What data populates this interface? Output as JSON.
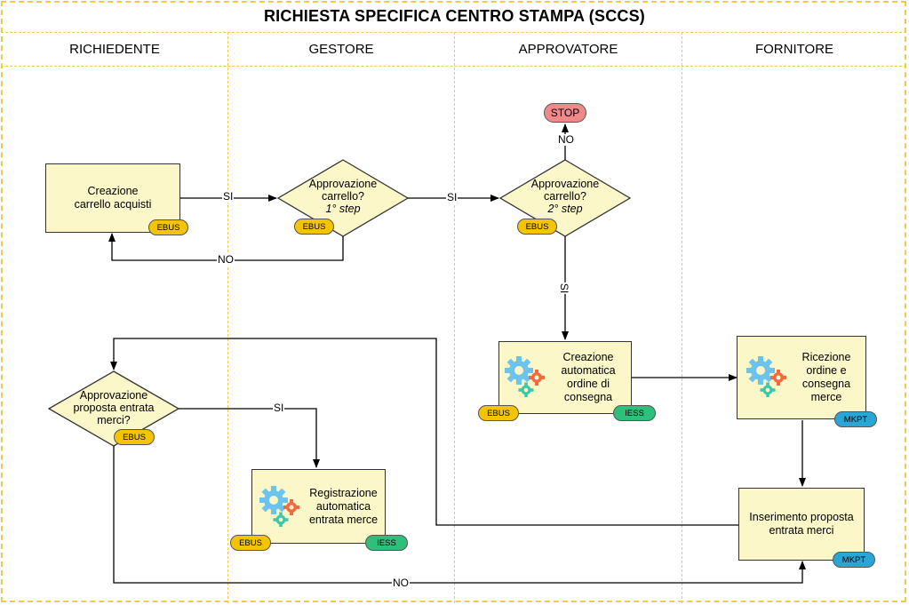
{
  "title": "RICHIESTA SPECIFICA CENTRO STAMPA (SCCS)",
  "lanes": [
    "RICHIEDENTE",
    "GESTORE",
    "APPROVATORE",
    "FORNITORE"
  ],
  "nodes": {
    "creazione_carrello": "Creazione\ncarrello acquisti",
    "approvazione_1": "Approvazione\ncarrello?",
    "approvazione_1_step": "1° step",
    "approvazione_2": "Approvazione\ncarrello?",
    "approvazione_2_step": "2° step",
    "stop": "STOP",
    "creazione_ordine": "Creazione\nautomatica\nordine di\nconsegna",
    "ricezione_ordine": "Ricezione\nordine e\nconsegna\nmerce",
    "approvazione_proposta": "Approvazione\nproposta entrata\nmerci?",
    "registrazione": "Registrazione\nautomatica\nentrata merce",
    "inserimento_proposta": "Inserimento proposta\nentrata merci"
  },
  "tags": {
    "ebus": "EBUS",
    "iess": "IESS",
    "mkpt": "MKPT"
  },
  "edge_labels": {
    "si": "SI",
    "no": "NO",
    "si_rotated": "SI"
  },
  "icons": [
    "gears-icon"
  ]
}
